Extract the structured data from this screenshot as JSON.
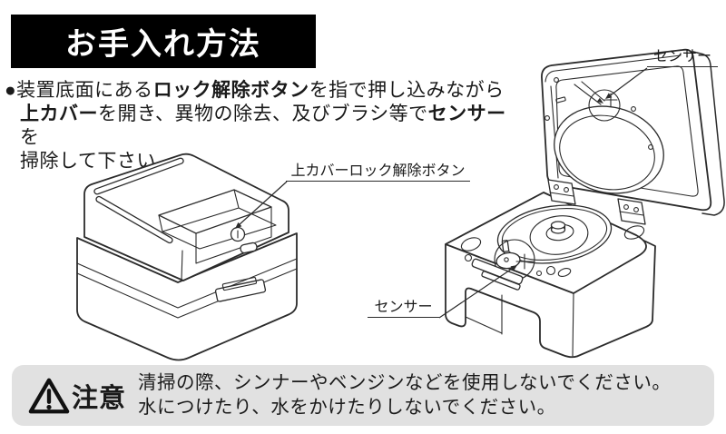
{
  "title": "お手入れ方法",
  "instruction": {
    "line1_normal1": "●装置底面にある",
    "line1_bold": "ロック解除ボタン",
    "line1_normal2": "を指で押し込みながら",
    "line2_bold1": "上カバー",
    "line2_normal1": "を開き、異物の除去、及びブラシ等で",
    "line2_bold2": "センサー",
    "line2_normal2": "を",
    "line3": "掃除して下さい。"
  },
  "diagram": {
    "label_top_sensor": "センサー",
    "label_lock_button": "上カバーロック解除ボタン",
    "label_bottom_sensor": "センサー"
  },
  "caution": {
    "icon": "warning-triangle",
    "heading": "注意",
    "line1": "清掃の際、シンナーやベンジンなどを使用しないでください。",
    "line2": "水につけたり、水をかけたりしないでください。"
  },
  "colors": {
    "title_bg": "#000000",
    "title_text": "#ffffff",
    "body_text": "#1a1a1a",
    "line_art": "#2b2b2b",
    "caution_bg": "#e1e1e1"
  }
}
